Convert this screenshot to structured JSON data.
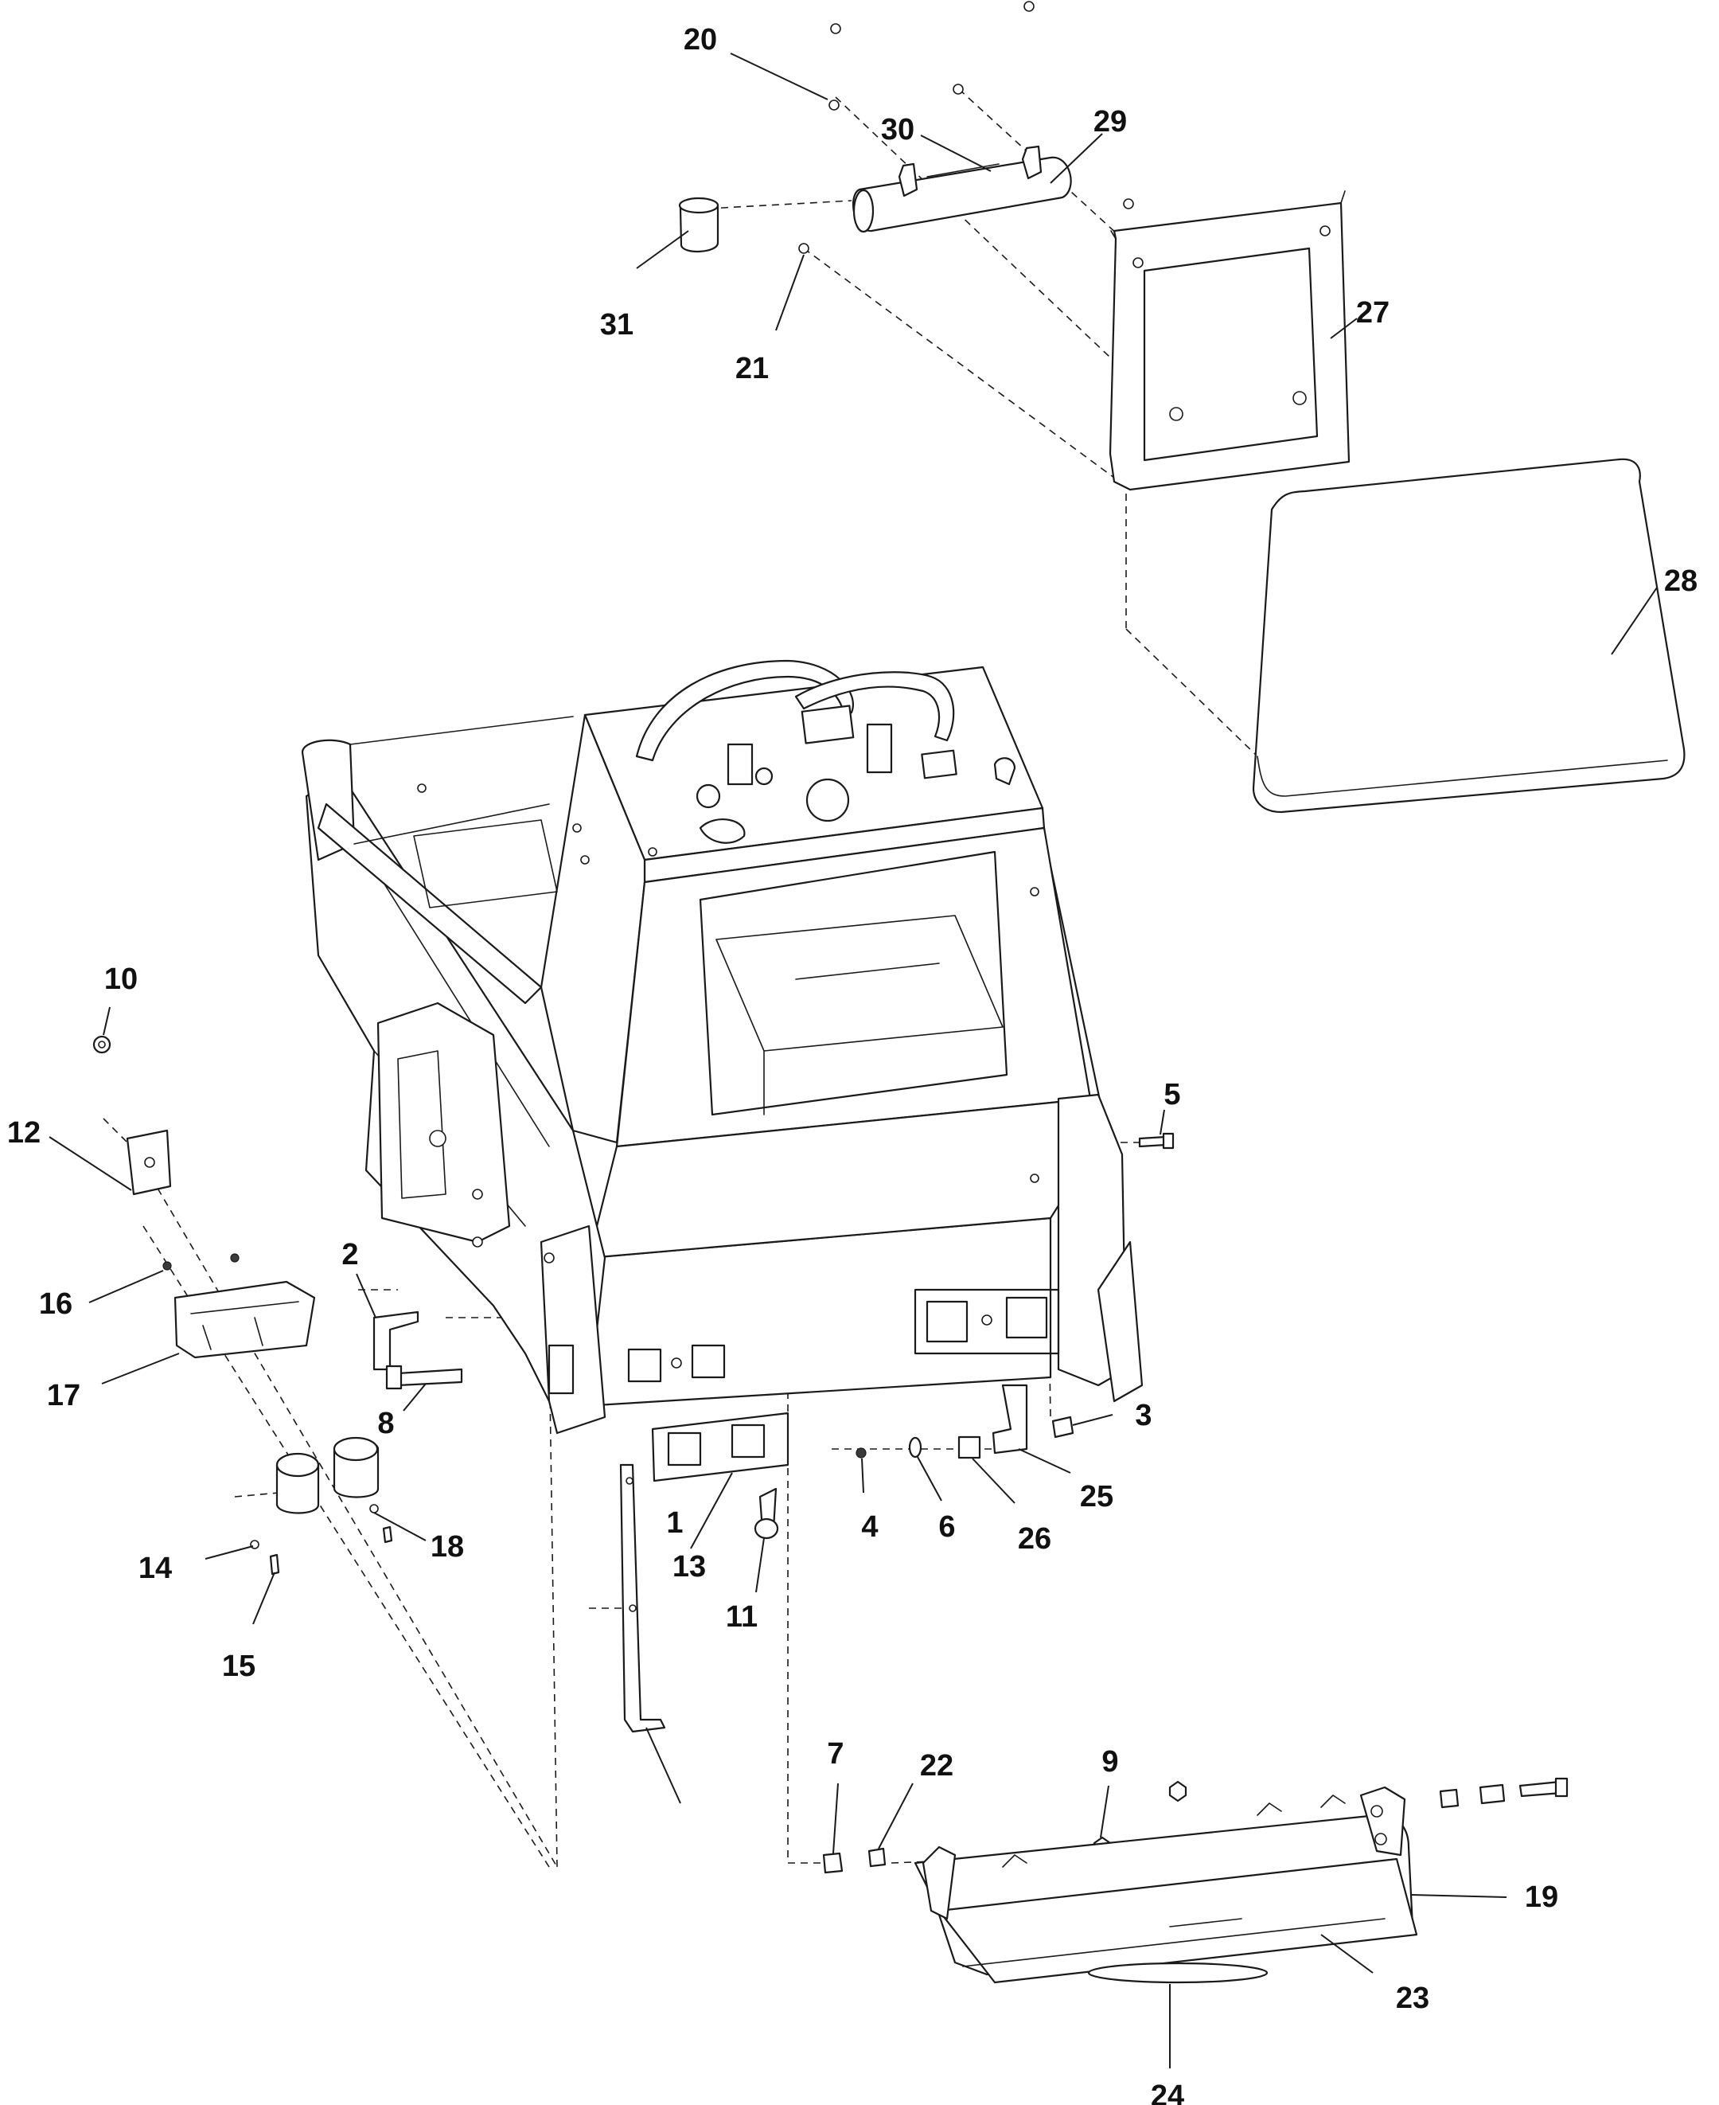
{
  "diagram": {
    "callouts": [
      "1",
      "2",
      "3",
      "4",
      "5",
      "6",
      "7",
      "8",
      "9",
      "10",
      "11",
      "12",
      "13",
      "14",
      "15",
      "16",
      "17",
      "18",
      "19",
      "20",
      "21",
      "22",
      "23",
      "24",
      "25",
      "26",
      "27",
      "28",
      "29",
      "30",
      "31"
    ]
  }
}
